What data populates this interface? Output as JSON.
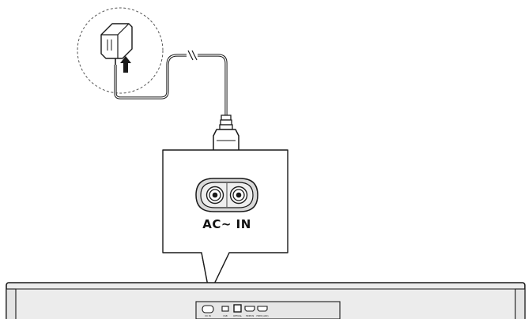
{
  "panel": {
    "ac_label": "AC~ IN"
  },
  "soundbar": {
    "port_labels": [
      "DC IN",
      "USB",
      "OPTICAL",
      "HDMI IN",
      "HDMI (ARC)"
    ]
  },
  "colors": {
    "line": "#1a1a1a",
    "dashed_circle": "#555555",
    "bar_fill": "#ececec",
    "bar_inner": "#e4e4e4",
    "socket_fill": "#d9d9d9",
    "plug_fill": "#ffffff"
  },
  "icons": [
    "wall-outlet-plug-icon",
    "up-arrow-icon",
    "ac-power-plug-icon",
    "ac-socket-icon"
  ]
}
